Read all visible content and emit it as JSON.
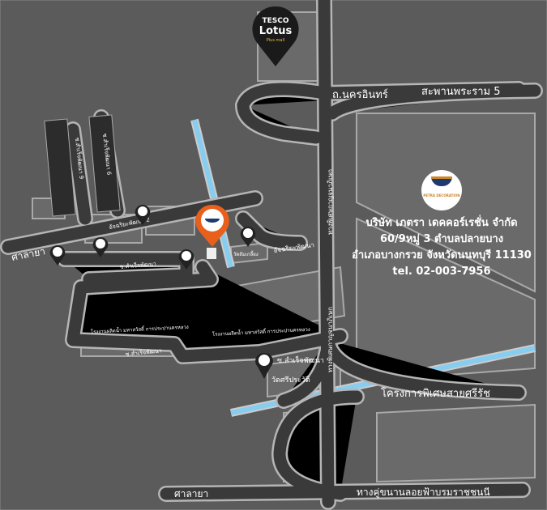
{
  "company": {
    "logo_text": "PETRA DECORATION",
    "name": "บริษัท เภตรา เดคคอร์เรชั่น จำกัด",
    "address1": "60/9หมู่ 3  ตำบลปลายบาง",
    "address2": "อำเภอบางกรวย จังหวัดนนทบุรี 11130",
    "phone": "tel. 02-003-7956"
  },
  "landmarks": {
    "tesco_top": "TESCO",
    "tesco_bottom": "Lotus",
    "tesco_sub": "Plus mall"
  },
  "roads": {
    "nakhon_in": "ถ.นครอินทร์",
    "rama5": "สะพานพระราม 5",
    "kanchana_1": "ทางพิเศษกาญจนาภิเษก",
    "kanchana_2": "ทางพิเศษกาญจนาภิเษก",
    "sirat": "โครงการพิเศษสายศรีรัช",
    "salaya_left": "ศาลายา",
    "salaya_bottom": "ศาลายา",
    "parallel": "ทางคู่ขนานลอยฟ้าบรมราชชนนี",
    "achariya2": "อัจฉริยะพัฒนา 2",
    "achariya": "อัจฉริยะพัฒนา",
    "soi_samret_1": "ซ.สำเร็จพัฒนา",
    "soi_samret_2": "ซ.สำเร็จพัฒนา",
    "soi_samret_3": "ซ.สำเร็จพัฒนา",
    "soi_9": "ซ.สำเร็จพัฒนา 9",
    "soi_6": "ซ.สำเร็จพัฒนา 6"
  },
  "places": {
    "wat_som": "วัดส้มเกลี้ยง",
    "wat_sri": "วัดศรีประวัติ",
    "waterworks_1": "โรงงานผลิตน้ำ มหาสวัสดิ์ การประปานครหลวง",
    "waterworks_2": "โรงงานผลิตน้ำ มหาสวัสดิ์ การประปานครหลวง"
  },
  "colors": {
    "bg": "#5b5b5b",
    "road": "#3a3a3a",
    "water": "#86cdf0",
    "pin": "#e8601c"
  }
}
